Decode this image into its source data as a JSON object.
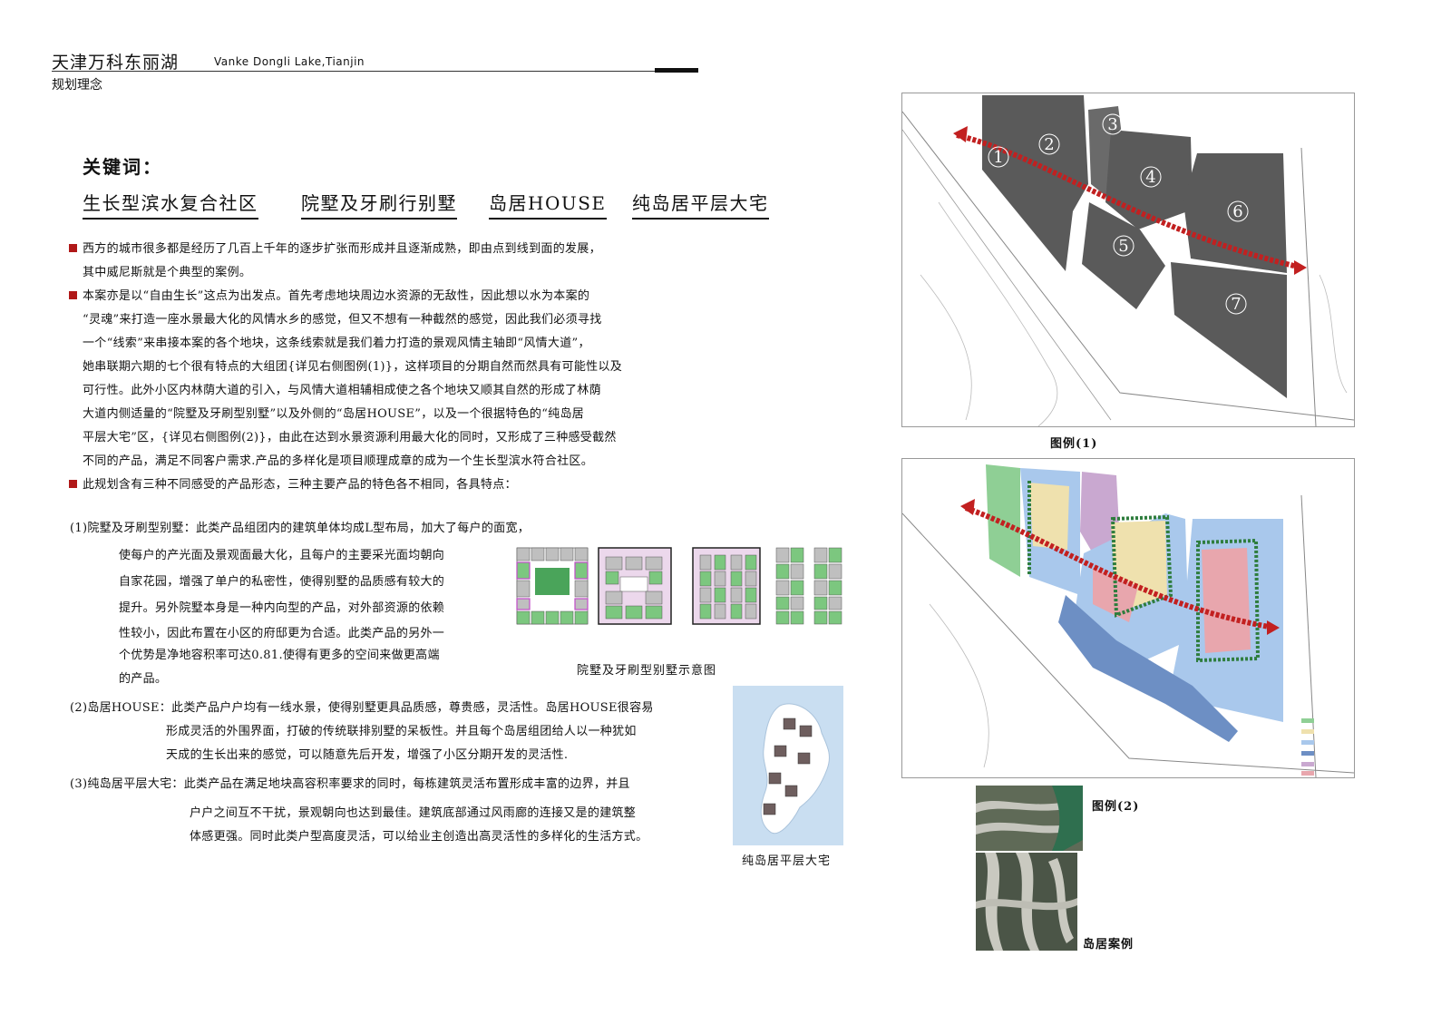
{
  "header": {
    "title_cn": "天津万科东丽湖",
    "title_en": "Vanke Dongli Lake,Tianjin",
    "subtitle": "规划理念"
  },
  "keywords": {
    "heading": "关键词：",
    "items": [
      "生长型滨水复合社区",
      "院墅及牙刷行别墅",
      "岛居HOUSE",
      "纯岛居平层大宅"
    ]
  },
  "paragraphs": {
    "p1": [
      "西方的城市很多都是经历了几百上千年的逐步扩张而形成并且逐渐成熟，即由点到线到面的发展，",
      "其中威尼斯就是个典型的案例。"
    ],
    "p2": [
      "本案亦是以“自由生长”这点为出发点。首先考虑地块周边水资源的无敌性，因此想以水为本案的",
      "“灵魂”来打造一座水景最大化的风情水乡的感觉，但又不想有一种截然的感觉，因此我们必须寻找",
      "一个“线索”来串接本案的各个地块，这条线索就是我们着力打造的景观风情主轴即“风情大道”，",
      "她串联期六期的七个很有特点的大组团{详见右侧图例(1)}，这样项目的分期自然而然具有可能性以及",
      "可行性。此外小区内林荫大道的引入，与风情大道相辅相成使之各个地块又顺其自然的形成了林荫",
      "大道内侧适量的“院墅及牙刷型别墅”以及外侧的“岛居HOUSE”，以及一个很据特色的“纯岛居",
      "平层大宅”区，{详见右侧图例(2)}，由此在达到水景资源利用最大化的同时，又形成了三种感受截然",
      "不同的产品，满足不同客户需求.产品的多样化是项目顺理成章的成为一个生长型滨水符合社区。"
    ],
    "p3": [
      "此规划含有三种不同感受的产品形态，三种主要产品的特色各不相同，各具特点："
    ]
  },
  "sections": {
    "s1": [
      "(1)院墅及牙刷型别墅：此类产品组团内的建筑单体均成L型布局，加大了每户的面宽，",
      "使每户的产光面及景观面最大化，且每户的主要采光面均朝向",
      "自家花园，增强了单户的私密性，使得别墅的品质感有较大的",
      "提升。另外院墅本身是一种内向型的产品，对外部资源的依赖",
      "性较小，因此布置在小区的府邸更为合适。此类产品的另外一",
      "个优势是净地容积率可达0.81.使得有更多的空间来做更高端",
      "的产品。"
    ],
    "s2": [
      "(2)岛居HOUSE：此类产品户户均有一线水景，使得别墅更具品质感，尊贵感，灵活性。岛居HOUSE很容易",
      "形成灵活的外围界面，打破的传统联排别墅的呆板性。并且每个岛居组团给人以一种犹如",
      "天成的生长出来的感觉，可以随意先后开发，增强了小区分期开发的灵活性."
    ],
    "s3": [
      "(3)纯岛居平层大宅：此类产品在满足地块高容积率要求的同时，每栋建筑灵活布置形成丰富的边界，并且",
      "户户之间互不干扰，景观朝向也达到最佳。建筑底部通过风雨廊的连接又是的建筑整",
      "体感更强。同时此类户型高度灵活，可以给业主创造出高灵活性的多样化的生活方式。"
    ]
  },
  "captions": {
    "villa_diagram": "院墅及牙刷型别墅示意图",
    "island_diagram": "纯岛居平层大宅",
    "legend1": "图例(1)",
    "legend2": "图例(2)",
    "island_case": "岛居案例"
  },
  "map1": {
    "labels": [
      "1",
      "2",
      "3",
      "4",
      "5",
      "6",
      "7"
    ]
  },
  "colors": {
    "bullet": "#b01818",
    "axis_arrow": "#c22020",
    "blocks_dark": "#5a5a5a",
    "zone_green": "#8fcf95",
    "zone_yellow": "#efe1ae",
    "zone_lightblue": "#a9c8ec",
    "zone_blue": "#6d8fc4",
    "zone_purple": "#c9a8d0",
    "zone_pink": "#e8a6ad",
    "water": "#c9def1"
  }
}
